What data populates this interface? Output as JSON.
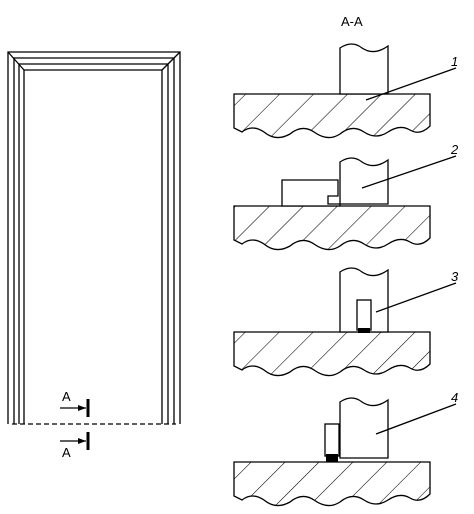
{
  "section_title": "A-A",
  "cut_marker_label_top": "A",
  "cut_marker_label_bottom": "A",
  "details": [
    {
      "number": "1"
    },
    {
      "number": "2"
    },
    {
      "number": "3"
    },
    {
      "number": "4"
    }
  ],
  "colors": {
    "line": "#000000",
    "background": "#ffffff"
  }
}
